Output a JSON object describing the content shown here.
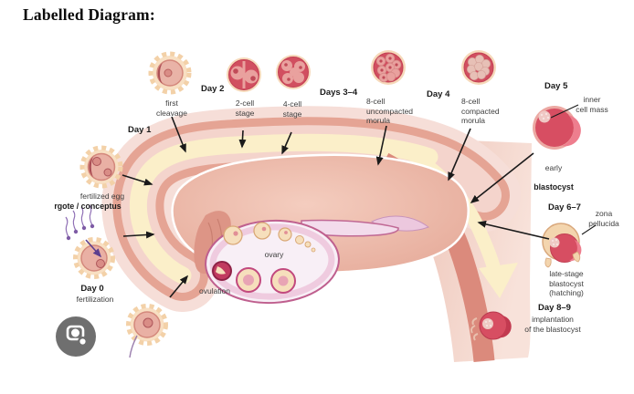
{
  "title": "Labelled Diagram:",
  "diagram": {
    "labels": {
      "day0": "Day 0",
      "fertilization": "fertilization",
      "fertilized_egg": "fertilized egg",
      "zygote_conceptus": "rgote / conceptus",
      "day1": "Day 1",
      "first_cleavage": "first\ncleavage",
      "day2": "Day 2",
      "two_cell": "2-cell\nstage",
      "four_cell": "4-cell\nstage",
      "days_3_4": "Days 3–4",
      "eight_cell_uncompacted": "8-cell\nuncompacted\nmorula",
      "day4": "Day 4",
      "eight_cell_compacted": "8-cell\ncompacted\nmorula",
      "day5": "Day 5",
      "inner_cell_mass": "inner\ncell mass",
      "early": "early",
      "early_blastocyst": "blastocyst",
      "ovary": "ovary",
      "ovulation": "ovulation",
      "day6_7": "Day 6–7",
      "zona_pellucida": "zona\npellucida",
      "late_stage_blastocyst": "late-stage\nblastocyst\n(hatching)",
      "day8_9": "Day 8–9",
      "implantation": "implantation\nof the blastocyst"
    },
    "palette": {
      "tube_outer": "#f6ded8",
      "tube_band_salmon": "#e5a494",
      "tube_band_light": "#f4d4cc",
      "tube_lumen_cream": "#fbefc9",
      "interior_tissue": "#eebca9",
      "endometrium_rose": "#db8a7c",
      "cell_red": "#d14f60",
      "cell_pale": "#e9a19e",
      "halo_cream": "#f6d9ba",
      "ovary_fill": "#f8eff6",
      "ovary_border": "#bf5f8e",
      "follicle_cream": "#f6dfbc",
      "zona_shell": "#f3d5ae",
      "arrow_black": "#1a1a1a",
      "sperm_purple": "#7e5ba5",
      "lens_gray": "#6f6f6f"
    },
    "icons": {
      "lens": "camera-viewfinder-icon"
    }
  }
}
